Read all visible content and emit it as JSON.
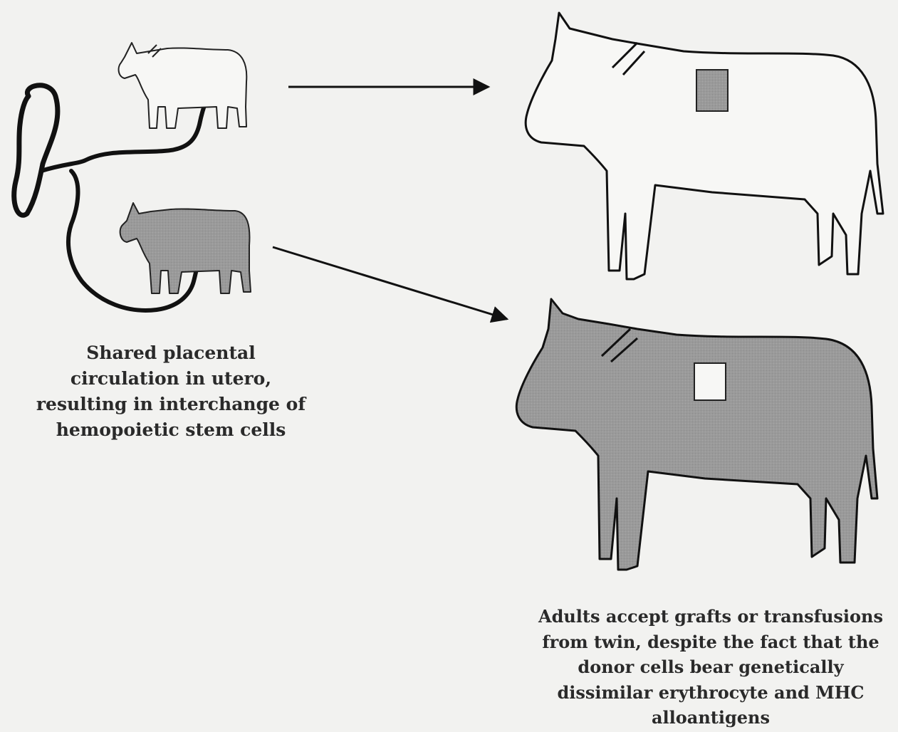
{
  "captions": {
    "left": [
      "Shared placental",
      "circulation in utero,",
      "resulting in interchange of",
      "hemopoietic stem cells"
    ],
    "right": [
      "Adults accept grafts or transfusions",
      "from twin, despite the fact that the",
      "donor cells bear genetically",
      "dissimilar erythrocyte and MHC",
      "alloantigens"
    ]
  },
  "colors": {
    "background": "#f2f2f0",
    "outline": "#111111",
    "shaded_twin": "#9a9a9a",
    "light_twin": "#f7f7f5"
  }
}
